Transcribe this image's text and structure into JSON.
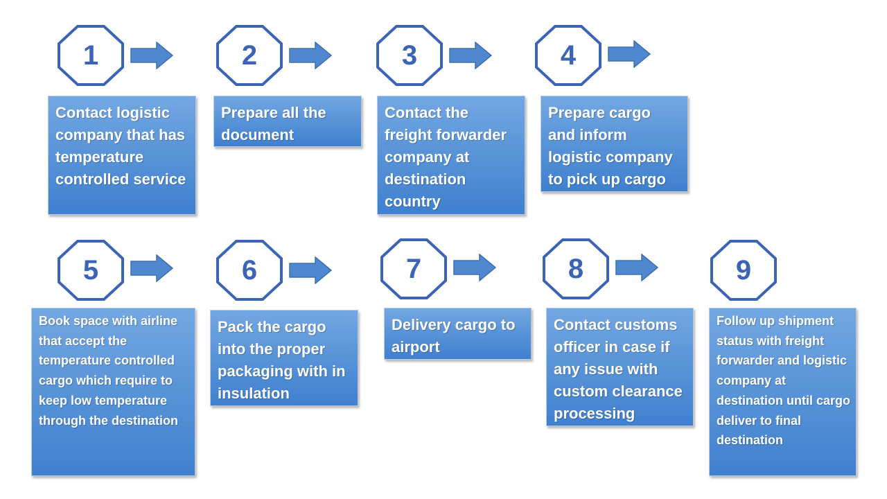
{
  "colors": {
    "badge_stroke": "#3b63b6",
    "badge_text": "#3b63b6",
    "arrow_fill": "#4f88cf",
    "arrow_stroke": "#3c6fb0",
    "box_top": "#73a7e2",
    "box_bottom": "#3f80cf",
    "box_text": "#ffffff"
  },
  "steps": [
    {
      "number": "1",
      "text": "Contact logistic company that has temperature controlled service",
      "arrow": true
    },
    {
      "number": "2",
      "text": "Prepare all the document",
      "arrow": true
    },
    {
      "number": "3",
      "text": "Contact the freight forwarder company at destination country",
      "arrow": true
    },
    {
      "number": "4",
      "text": "Prepare cargo and inform logistic company to pick up cargo",
      "arrow": true
    },
    {
      "number": "5",
      "text": "Book space with airline that accept the temperature controlled cargo which require to keep low temperature through the destination",
      "arrow": true
    },
    {
      "number": "6",
      "text": "Pack the cargo into the proper packaging with in insulation",
      "arrow": true
    },
    {
      "number": "7",
      "text": "Delivery cargo to airport",
      "arrow": true
    },
    {
      "number": "8",
      "text": "Contact customs officer in case if any issue with custom clearance processing",
      "arrow": true
    },
    {
      "number": "9",
      "text": "Follow up shipment status with freight forwarder and logistic company at destination until cargo deliver to final destination",
      "arrow": false
    }
  ]
}
